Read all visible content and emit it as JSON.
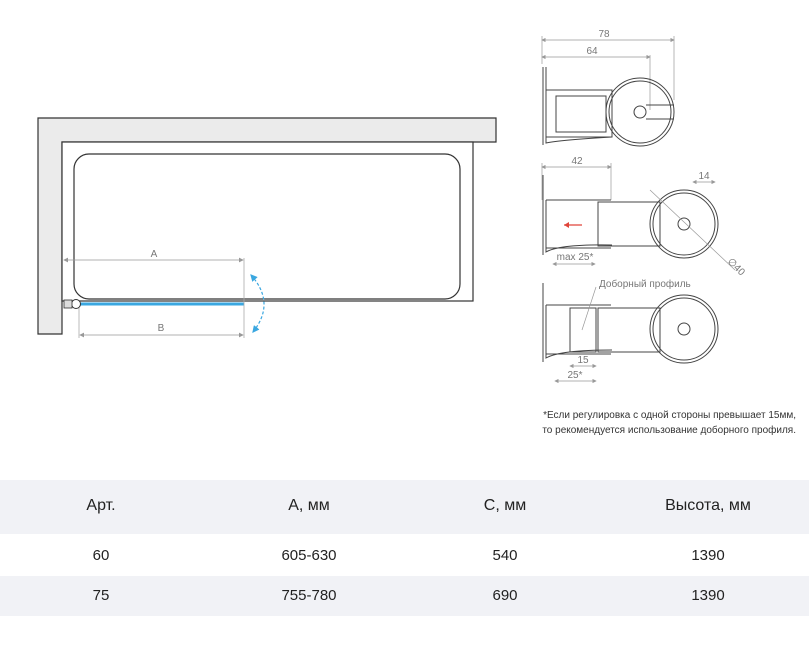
{
  "plan": {
    "label_a": "A",
    "label_b": "B"
  },
  "profiles": {
    "dim_78": "78",
    "dim_64": "64",
    "dim_42": "42",
    "dim_14": "14",
    "dim_diameter": "∅40",
    "dim_max25": "max 25*",
    "dim_15": "15",
    "dim_25": "25*",
    "extension_label": "Доборный профиль"
  },
  "note": {
    "line1": "*Если регулировка с одной стороны превышает 15мм,",
    "line2": "то рекомендуется использование доборного профиля."
  },
  "table": {
    "headers": [
      "Арт.",
      "A, мм",
      "C, мм",
      "Высота, мм"
    ],
    "rows": [
      [
        "60",
        "605-630",
        "540",
        "1390"
      ],
      [
        "75",
        "755-780",
        "690",
        "1390"
      ]
    ]
  },
  "colors": {
    "glass": "#3aa7e0",
    "wall": "#ebebeb",
    "table_band": "#f1f2f6",
    "arrow": "#e0453a"
  }
}
